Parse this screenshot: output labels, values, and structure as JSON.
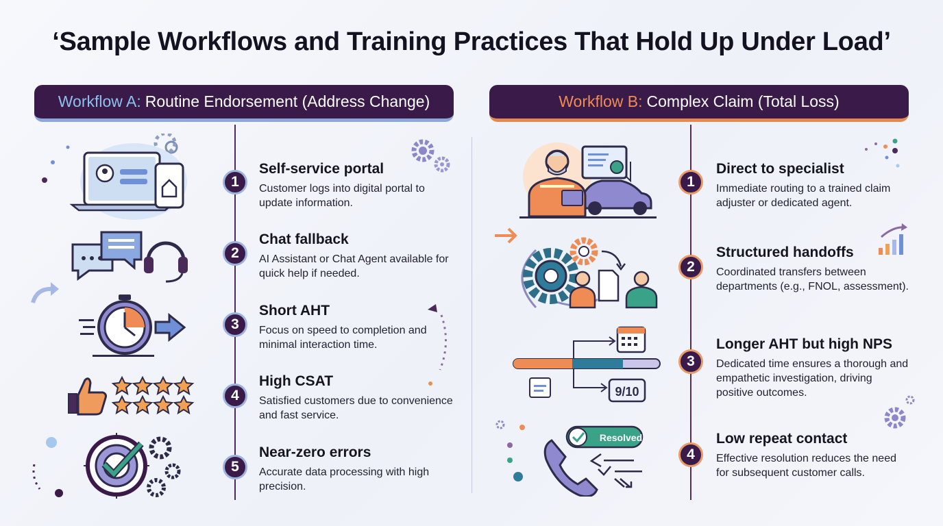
{
  "title": "‘Sample Workflows and Training Practices That Hold Up Under Load’",
  "workflow_a": {
    "label": "Workflow A:",
    "name": "Routine Endorsement (Address Change)",
    "steps": [
      {
        "number": "1",
        "title": "Self-service portal",
        "desc": "Customer logs into digital portal to update information."
      },
      {
        "number": "2",
        "title": "Chat fallback",
        "desc": "AI Assistant or Chat Agent available for quick help if needed."
      },
      {
        "number": "3",
        "title": "Short AHT",
        "desc": "Focus on speed to completion and minimal interaction time."
      },
      {
        "number": "4",
        "title": "High CSAT",
        "desc": "Satisfied customers due to convenience and fast service."
      },
      {
        "number": "5",
        "title": "Near-zero errors",
        "desc": "Accurate data processing with high precision."
      }
    ]
  },
  "workflow_b": {
    "label": "Workflow B:",
    "name": "Complex Claim (Total Loss)",
    "steps": [
      {
        "number": "1",
        "title": "Direct to specialist",
        "desc": "Immediate routing to a trained claim adjuster or dedicated agent."
      },
      {
        "number": "2",
        "title": "Structured handoffs",
        "desc": "Coordinated transfers between departments (e.g., FNOL, assessment)."
      },
      {
        "number": "3",
        "title": "Longer AHT but high NPS",
        "desc": "Dedicated time ensures a thorough and empathetic investigation, driving positive outcomes."
      },
      {
        "number": "4",
        "title": "Low repeat contact",
        "desc": "Effective resolution reduces the need for subsequent customer calls."
      }
    ]
  },
  "illustrations": {
    "score_label": "9/10",
    "resolved_label": "Resolved"
  },
  "colors": {
    "header_bg": "#3a1a48",
    "accent_a": "#8ec0ee",
    "accent_b": "#ef8c55"
  }
}
